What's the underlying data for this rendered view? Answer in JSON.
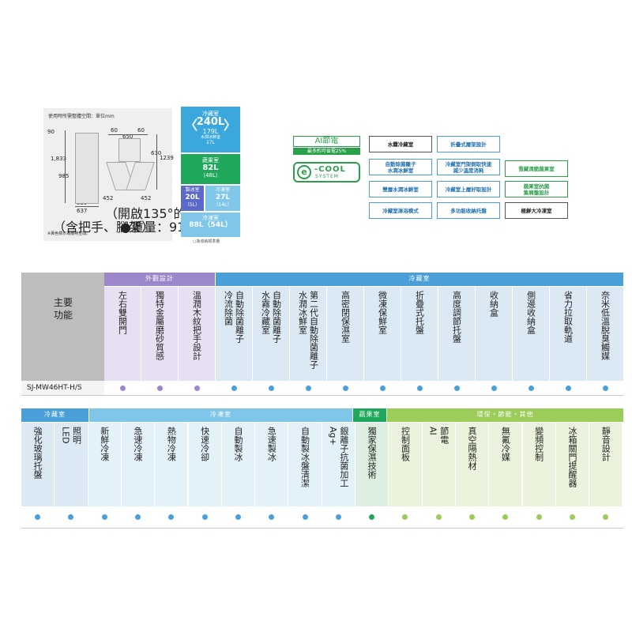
{
  "dimensions": {
    "title": "使用時所需整體空間：單位mm",
    "top_60_left": "60",
    "top_650": "650",
    "top_60_right": "60",
    "h_90": "90",
    "h_1833": "1,833",
    "h_985": "985",
    "d_630": "630",
    "d_1239": "1239",
    "w_630": "630",
    "w_637": "637",
    "w_452_left": "452",
    "w_452_right": "452",
    "door_note": "（開啟135°的尺寸）",
    "feet_note": "（含把手、腳架）",
    "weight": "●重量：91kg",
    "footnote": "※黃色標示為散熱空間。"
  },
  "capacity": {
    "fridge_label": "冷藏室",
    "fridge_total": "240L",
    "fridge_sub": "179L",
    "fridge_sub2_label": "水潤冰鮮室",
    "fridge_sub2": "17L",
    "veg_label": "蔬果室",
    "veg_value": "82L",
    "veg_std": "（48L）",
    "ice_label": "製冰室",
    "ice_value": "20L",
    "ice_std": "（5L）",
    "conv_label": "冷凍室",
    "conv_value": "27L",
    "conv_std": "（14L）",
    "freeze_label": "冷凍室",
    "freeze_value": "88L（54L）",
    "note": "○為收納標準量"
  },
  "ai": {
    "title": "AI節電",
    "subtitle": "最多約可省電25%",
    "ecool_e": "e",
    "ecool_main": "-COOL",
    "ecool_sub": "SYSTEM"
  },
  "tags": [
    {
      "text": "水霧冷藏室",
      "style": "dark"
    },
    {
      "text": "折疊式層架設計",
      "style": "blue"
    },
    {
      "text": "自動除菌離子\n水潤冰鮮室",
      "style": "blue"
    },
    {
      "text": "冷藏室門架側取快速\n減少溫度消耗",
      "style": "blue"
    },
    {
      "text": "雪藏清脆蔬果室",
      "style": "green"
    },
    {
      "text": "雙層水潤冰鮮室",
      "style": "blue"
    },
    {
      "text": "冷藏室上層好取設計",
      "style": "blue"
    },
    {
      "text": "蔬果室抗菌\n集屑盤設計",
      "style": "green"
    },
    {
      "text": "冷藏室淋浴模式",
      "style": "blue"
    },
    {
      "text": "多功能收納托盤",
      "style": "blue"
    },
    {
      "text": "極鮮大冷凍室",
      "style": "dark"
    }
  ],
  "table1": {
    "main_label": "主要功能",
    "model": "SJ-MW46HT-H/S",
    "groups": [
      {
        "name": "外觀設計",
        "color": "#9b87c9"
      },
      {
        "name": "冷藏室",
        "color": "#4a9fd8"
      }
    ],
    "columns": [
      {
        "lines": [
          "左右雙開門"
        ]
      },
      {
        "lines": [
          "獨特金屬磨砂質感"
        ]
      },
      {
        "lines": [
          "溫潤木紋把手設計"
        ]
      },
      {
        "lines": [
          "冷流除菌",
          "自動除菌離子"
        ]
      },
      {
        "lines": [
          "水霧冷藏室",
          "自動除菌離子"
        ]
      },
      {
        "lines": [
          "水潤冰鮮室",
          "第二代自動除菌離子"
        ]
      },
      {
        "lines": [
          "高密閉保濕室"
        ]
      },
      {
        "lines": [
          "微凍保鮮室"
        ]
      },
      {
        "lines": [
          "折疊式托盤"
        ]
      },
      {
        "lines": [
          "高度調節托盤"
        ]
      },
      {
        "lines": [
          "收納盒"
        ]
      },
      {
        "lines": [
          "側邊收納盒"
        ]
      },
      {
        "lines": [
          "省力拉取軌道"
        ]
      },
      {
        "lines": [
          "奈米低溫脫臭觸媒"
        ]
      }
    ]
  },
  "table2": {
    "groups": [
      {
        "name": "冷藏室",
        "color": "#4a9fd8"
      },
      {
        "name": "冷凍室",
        "color": "#7fc6e9"
      },
      {
        "name": "蔬果室",
        "color": "#1fa85b"
      },
      {
        "name": "環保・節能・其他",
        "color": "#9ccc5a"
      }
    ],
    "columns": [
      {
        "lines": [
          "強化玻璃托盤"
        ]
      },
      {
        "lines": [
          "LED",
          "照明"
        ]
      },
      {
        "lines": [
          "新鮮冷凍"
        ]
      },
      {
        "lines": [
          "急速冷凍"
        ]
      },
      {
        "lines": [
          "熱物冷凍"
        ]
      },
      {
        "lines": [
          "快速冷卻"
        ]
      },
      {
        "lines": [
          "自動製冰"
        ]
      },
      {
        "lines": [
          "急速製冰"
        ]
      },
      {
        "lines": [
          "自動製冰盤清潔"
        ]
      },
      {
        "lines": [
          "Ag+",
          "銀離子抗菌加工"
        ]
      },
      {
        "lines": [
          "獨家保濕技術"
        ]
      },
      {
        "lines": [
          "控制面板"
        ]
      },
      {
        "lines": [
          "AI",
          "節電"
        ]
      },
      {
        "lines": [
          "真空隔熱材"
        ]
      },
      {
        "lines": [
          "無氟冷媒"
        ]
      },
      {
        "lines": [
          "變頻控制"
        ]
      },
      {
        "lines": [
          "冰箱關門提醒器"
        ]
      },
      {
        "lines": [
          "靜音設計"
        ]
      }
    ]
  },
  "colors": {
    "purple": "#9b87c9",
    "blue": "#4a9fd8",
    "lightblue": "#7fc6e9",
    "green": "#1fa85b",
    "lime": "#9ccc5a",
    "gray_header": "#bdbdbd"
  }
}
